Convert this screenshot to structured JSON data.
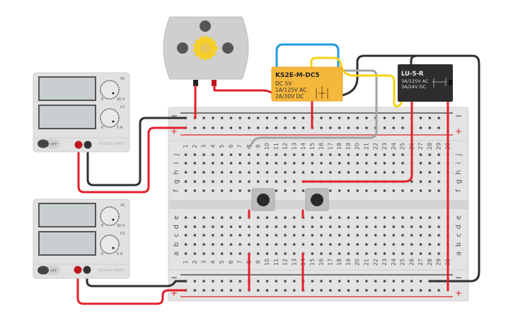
{
  "breadboard": {
    "columns": [
      "1",
      "2",
      "3",
      "4",
      "5",
      "6",
      "7",
      "8",
      "9",
      "10",
      "11",
      "12",
      "13",
      "14",
      "15",
      "16",
      "17",
      "18",
      "19",
      "20",
      "21",
      "22",
      "23",
      "24",
      "25",
      "26",
      "27",
      "28",
      "29",
      "30"
    ],
    "rows_top": [
      "j",
      "i",
      "h",
      "g",
      "f"
    ],
    "rows_bottom": [
      "e",
      "d",
      "c",
      "b",
      "a"
    ],
    "minus_label": "−",
    "plus_label": "+"
  },
  "relay1": {
    "model": "KS2E-M-DC5",
    "line1": "DC 5V",
    "line2": "1A/125V AC",
    "line3": "2A/30V  DC",
    "color": "#f5b83d"
  },
  "relay2": {
    "model": "LU-5-R",
    "line1": "3A/125V AC",
    "line2": "3A/24V  DC",
    "color": "#2d2d2d"
  },
  "supply1": {
    "knob1_min": "0",
    "knob1_max": "30 V",
    "knob1_tag": "VC",
    "knob2_min": "0",
    "knob2_max": "5 A",
    "knob2_tag": "CC",
    "switch_label": "OFF",
    "brand": "VOLTAGE SUPPLY"
  },
  "supply2": {
    "knob1_min": "0",
    "knob1_max": "30 V",
    "knob1_tag": "VC",
    "knob2_min": "0",
    "knob2_max": "5 A",
    "knob2_tag": "CC",
    "switch_label": "OFF",
    "brand": "VOLTAGE SUPPLY"
  },
  "colors": {
    "red": "#e2202a",
    "black": "#2f2f2f",
    "yellow": "#f5d311",
    "blue": "#1e9be0",
    "gray": "#a0a3a5"
  }
}
